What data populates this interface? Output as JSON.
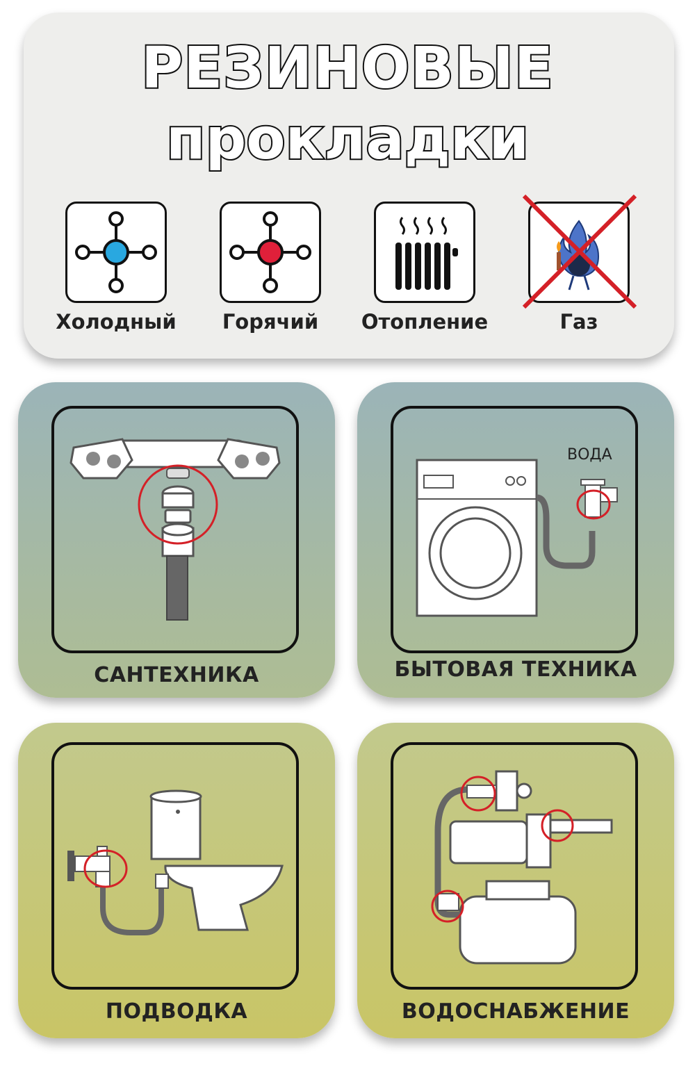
{
  "header": {
    "title_line1": "РЕЗИНОВЫЕ",
    "title_line2": "прокладки"
  },
  "icons": [
    {
      "label": "Холодный",
      "icon": "cold-water-valve-icon",
      "color": "#29a8e0"
    },
    {
      "label": "Горячий",
      "icon": "hot-water-valve-icon",
      "color": "#e0203a"
    },
    {
      "label": "Отопление",
      "icon": "radiator-icon"
    },
    {
      "label": "Газ",
      "icon": "gas-flame-crossed-icon",
      "cross_color": "#d42027"
    }
  ],
  "panels": {
    "plumbing": {
      "label": "САНТЕХНИКА",
      "icon": "faucet-icon"
    },
    "appliances": {
      "label": "БЫТОВАЯ ТЕХНИКА",
      "water_label": "ВОДА",
      "icon": "washing-machine-icon"
    },
    "hookup": {
      "label": "ПОДВОДКА",
      "icon": "toilet-icon"
    },
    "water_supply": {
      "label": "ВОДОСНАБЖЕНИЕ",
      "icon": "water-pump-icon"
    }
  },
  "highlight_color": "#d42027"
}
